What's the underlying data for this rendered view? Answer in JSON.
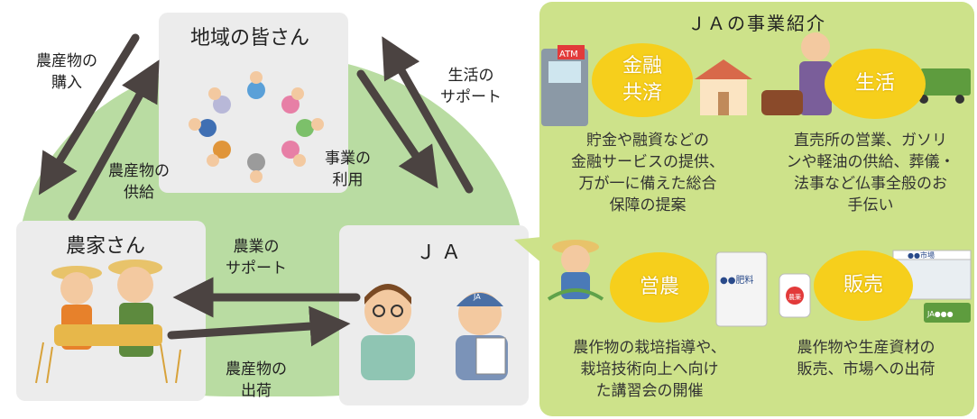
{
  "diagram": {
    "community": {
      "title": "地域の皆さん"
    },
    "farmer": {
      "title": "農家さん"
    },
    "ja": {
      "title": "ＪＡ"
    },
    "labels": {
      "purchase": [
        "農産物の",
        "購入"
      ],
      "life_support": [
        "生活の",
        "サポート"
      ],
      "supply": [
        "農産物の",
        "供給"
      ],
      "use": [
        "事業の",
        "利用"
      ],
      "farm_support": [
        "農業の",
        "サポート"
      ],
      "shipping": [
        "農産物の",
        "出荷"
      ]
    }
  },
  "panel": {
    "title": "ＪＡの事業紹介",
    "businesses": [
      {
        "name": [
          "金融",
          "共済"
        ],
        "desc": [
          "貯金や融資などの",
          "金融サービスの提供、",
          "万が一に備えた総合",
          "保障の提案"
        ]
      },
      {
        "name": [
          "生活"
        ],
        "desc": [
          "直売所の営業、ガソリ",
          "ンや軽油の供給、葬儀・",
          "法事など仏事全般のお",
          "手伝い"
        ]
      },
      {
        "name": [
          "営農"
        ],
        "desc": [
          "農作物の栽培指導や、",
          "栽培技術向上へ向け",
          "た講習会の開催"
        ]
      },
      {
        "name": [
          "販売"
        ],
        "desc": [
          "農作物や生産資材の",
          "販売、市場への出荷"
        ]
      }
    ]
  },
  "illustrations": {
    "atm_text": "ATM",
    "fertilizer_text": "●●肥料",
    "pesticide_text": "農薬",
    "market_text": "●●市場",
    "truck_text": "JA●●●",
    "cap_text": "JA"
  },
  "colors": {
    "blob": "#b9dca2",
    "panel": "#cde28a",
    "oval": "#f6cf1c",
    "arrow": "#4b4341"
  }
}
